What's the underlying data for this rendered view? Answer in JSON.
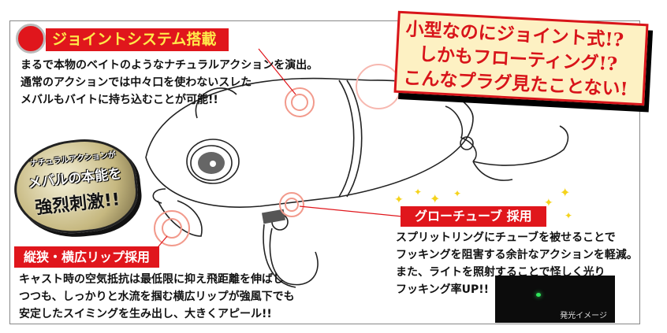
{
  "joint": {
    "title": "ジョイントシステム搭載",
    "lines": [
      "まるで本物のベイトのようなナチュラルアクションを演出。",
      "通常のアクションでは中々口を使わないスレた",
      "メバルもバイトに持ち込むことが可能!!"
    ]
  },
  "callout": {
    "lines": [
      "小型なのにジョイント式!?",
      "しかもフローティング!?",
      "こんなプラグ見たことない!"
    ]
  },
  "badge": {
    "line1": "ナチュラルアクションが",
    "line2": "メバルの本能を",
    "line3": "強烈刺激!!"
  },
  "lip": {
    "title": "縦狭・横広リップ採用",
    "lines": [
      "キャスト時の空気抵抗は最低限に抑え飛距離を伸ばし",
      "つつも、しっかりと水流を掴む横広リップが強風下でも",
      "安定したスイミングを生み出し、大きくアピール!!"
    ]
  },
  "glow_tube": {
    "title": "グローチューブ 採用",
    "lines": [
      "スプリットリングにチューブを被せることで",
      "フッキングを阻害する余計なアクションを軽減。",
      "また、ライトを照射することで怪しく光り",
      "フッキング率UP!!"
    ],
    "image_caption": "発光イメージ"
  },
  "colors": {
    "red": "#e0161c",
    "yellow": "#ffe94a",
    "callout_bg": "#fdf1c3"
  }
}
